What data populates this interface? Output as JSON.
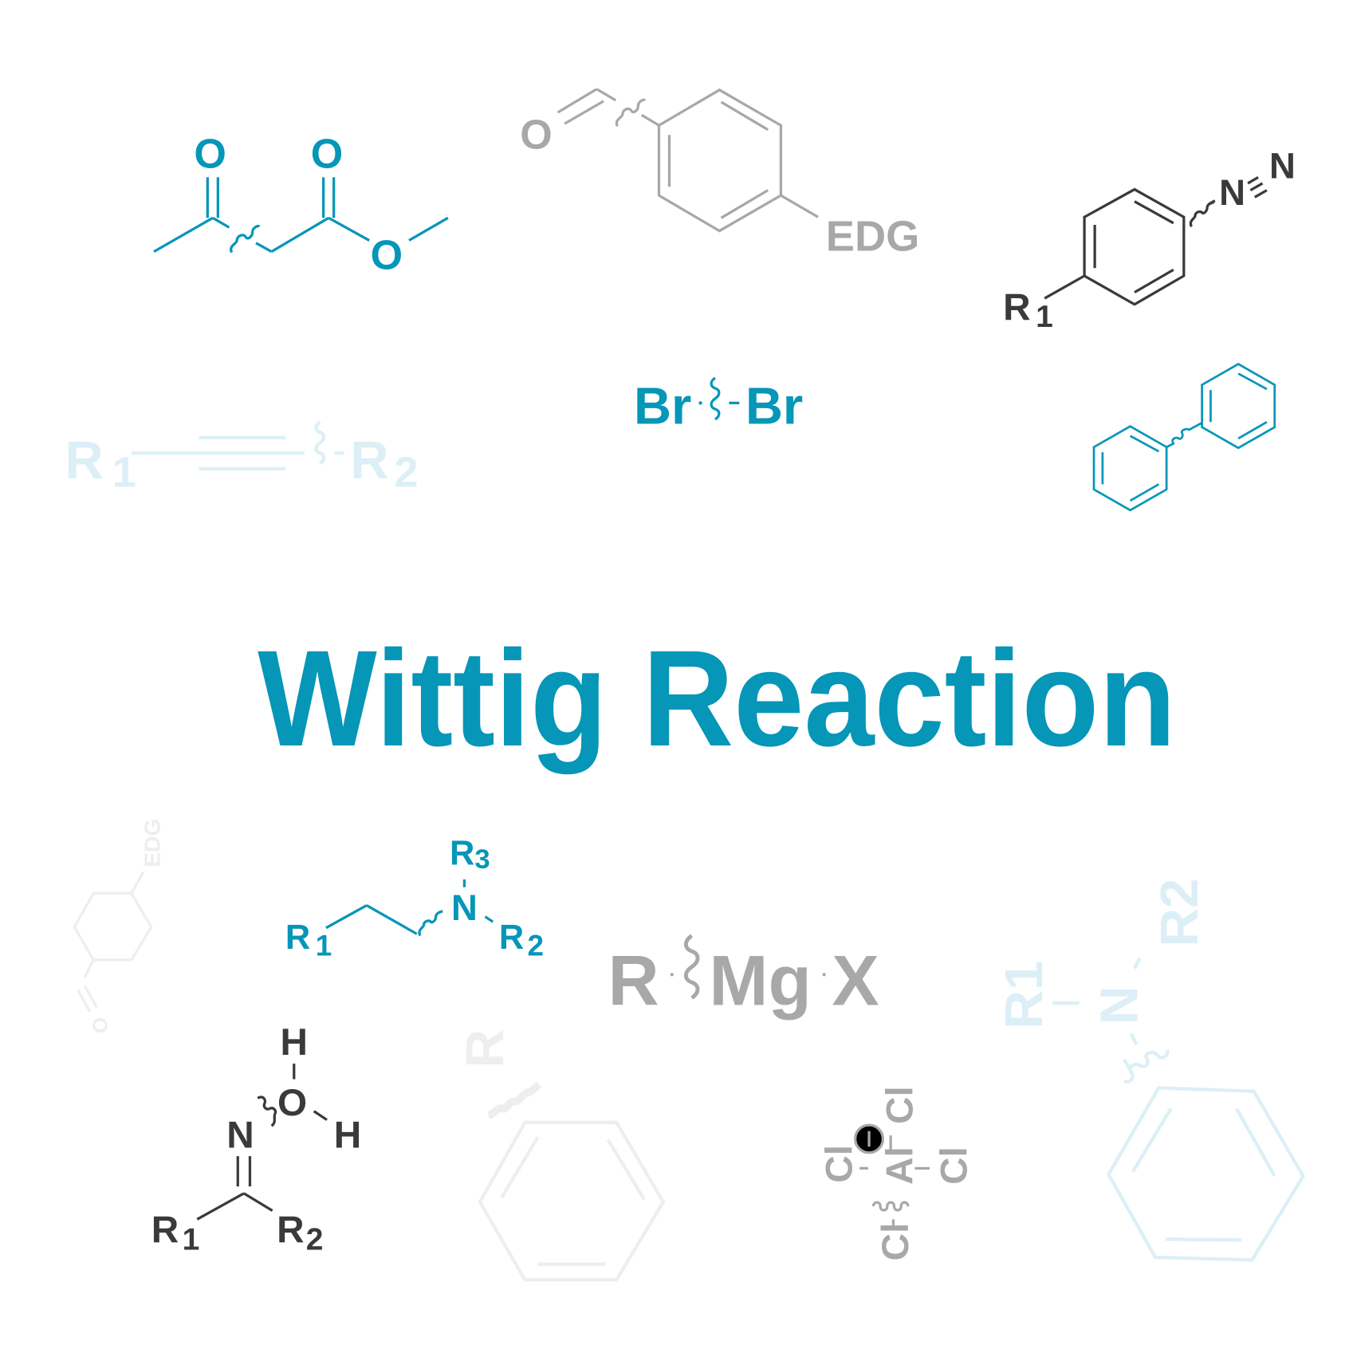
{
  "title": "Wittig Reaction",
  "colors": {
    "accent": "#0596b8",
    "gray": "#a8a8a8",
    "dark": "#3a3a3c",
    "light_blue": "#ddeff6",
    "light_gray": "#eeeeee"
  },
  "molecules": {
    "keto_ester": {
      "o1": "O",
      "o2": "O",
      "o3": "O"
    },
    "benzaldehyde": {
      "o": "O",
      "edg": "EDG"
    },
    "diazonium": {
      "r": "R",
      "r_sub": "1",
      "n1": "N",
      "n2": "N"
    },
    "dibromine": {
      "br1": "Br",
      "br2": "Br"
    },
    "alkyne": {
      "r1": "R",
      "r1_sub": "1",
      "r2": "R",
      "r2_sub": "2"
    },
    "amine": {
      "r1": "R",
      "r1_sub": "1",
      "n": "N",
      "r2": "R",
      "r2_sub": "2",
      "r3": "R",
      "r3_sub": "3"
    },
    "grignard": {
      "r": "R",
      "mg": "Mg",
      "x": "X"
    },
    "oxime_water": {
      "h1": "H",
      "o": "O",
      "h2": "H",
      "n": "N",
      "r1": "R",
      "r1_sub": "1",
      "r2": "R",
      "r2_sub": "2"
    },
    "faded_benzaldehyde": {
      "o": "O",
      "edg": "EDG"
    },
    "faded_benzene": {
      "r": "R"
    },
    "aluminate": {
      "cl1": "Cl",
      "cl2": "Cl",
      "cl3": "Cl",
      "cl4": "Cl",
      "al": "Al",
      "charge": "−"
    },
    "aryl_amine": {
      "r1": "R1",
      "n": "N",
      "r2": "R2"
    }
  }
}
